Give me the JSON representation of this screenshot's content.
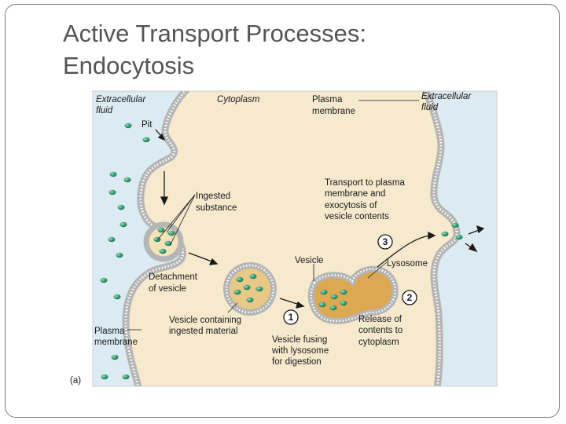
{
  "slide": {
    "title_line1": "Active Transport Processes:",
    "title_line2": "Endocytosis"
  },
  "figure": {
    "panel_label": "(a)",
    "labels": {
      "extracellular_fluid_left_1": "Extracellular",
      "extracellular_fluid_left_2": "fluid",
      "cytoplasm": "Cytoplasm",
      "plasma_membrane_top_1": "Plasma",
      "plasma_membrane_top_2": "membrane",
      "extracellular_fluid_right_1": "Extracellular",
      "extracellular_fluid_right_2": "fluid",
      "pit": "Pit",
      "transport_1": "Transport to plasma",
      "transport_2": "membrane and",
      "transport_3": "exocytosis of",
      "transport_4": "vesicle contents",
      "ingested_1": "Ingested",
      "ingested_2": "substance",
      "vesicle": "Vesicle",
      "lysosome": "Lysosome",
      "detachment_1": "Detachment",
      "detachment_2": "of vesicle",
      "plasma_membrane_bottom_1": "Plasma",
      "plasma_membrane_bottom_2": "membrane",
      "vesicle_containing_1": "Vesicle containing",
      "vesicle_containing_2": "ingested material",
      "fusing_1": "Vesicle fusing",
      "fusing_2": "with lysosome",
      "fusing_3": "for digestion",
      "release_1": "Release of",
      "release_2": "contents to",
      "release_3": "cytoplasm"
    },
    "steps": [
      "1",
      "2",
      "3"
    ],
    "colors": {
      "extracellular": "#dcebf2",
      "cytoplasm": "#f6e9cd",
      "membrane": "#b5b5b5",
      "particle": "#3a9e78",
      "vesicle_fill": "#e8c887",
      "lysosome_fill": "#dca952"
    }
  }
}
